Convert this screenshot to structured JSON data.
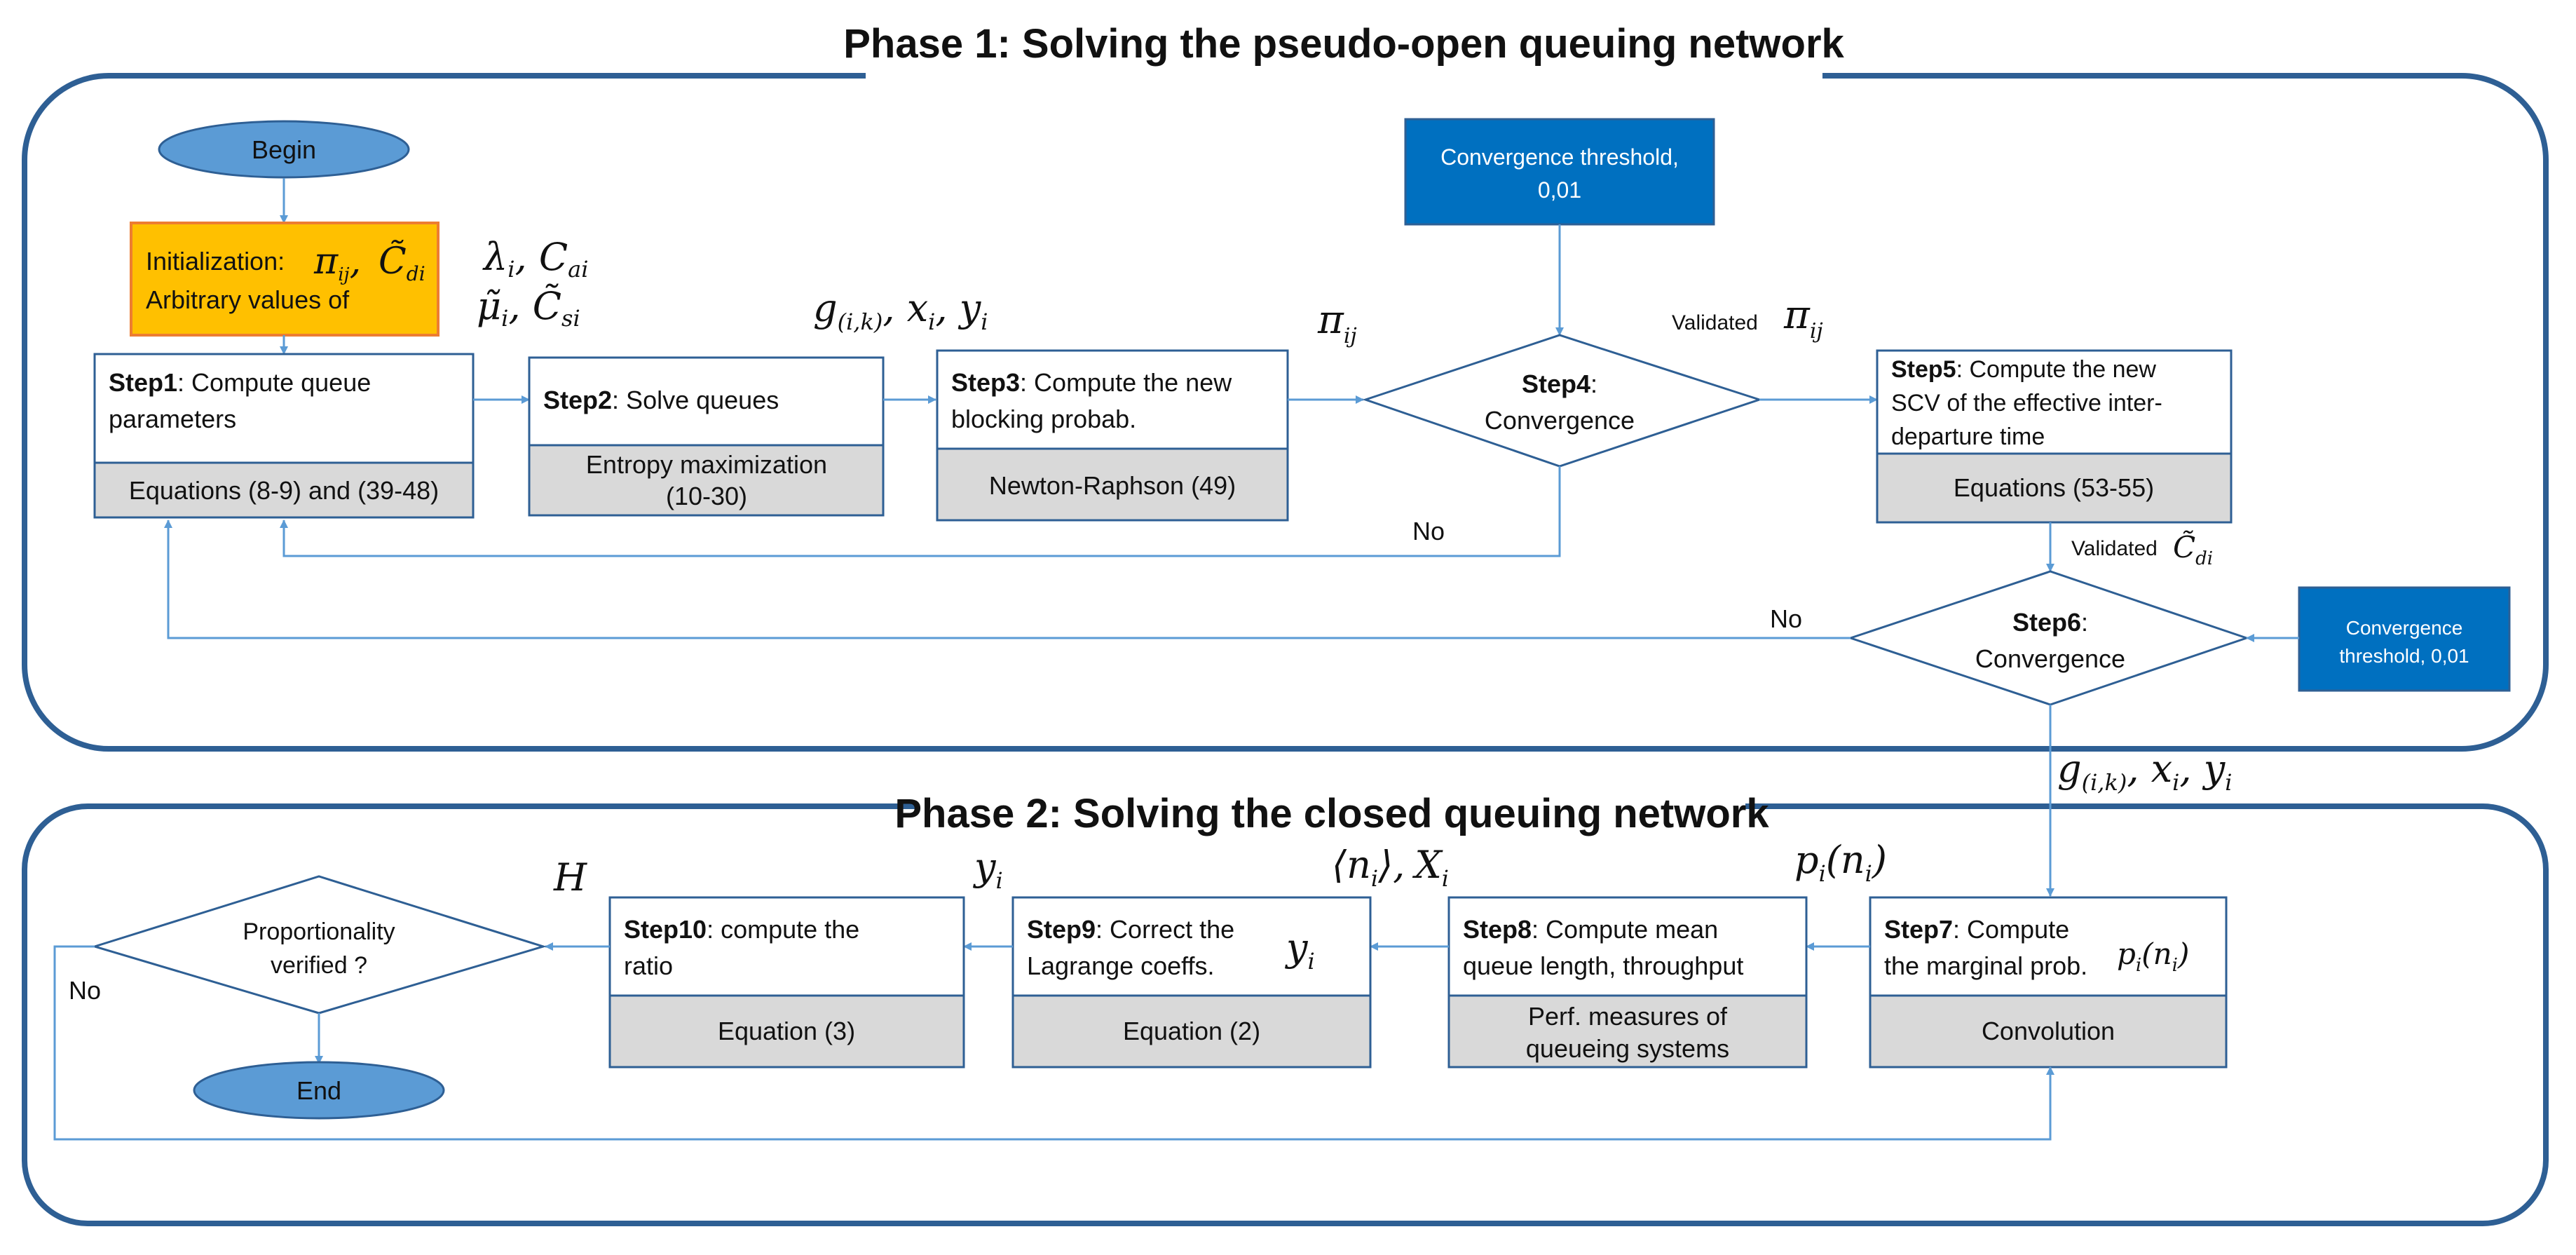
{
  "phase1": {
    "title": "Phase 1: Solving the pseudo-open queuing network"
  },
  "phase2": {
    "title": "Phase 2: Solving the closed queuing network"
  },
  "begin": "Begin",
  "end": "End",
  "init": {
    "line1": "Initialization:",
    "line2": "Arbitrary values of",
    "math_pi": "π",
    "math_pi_sub": "ij",
    "math_c": "C̃",
    "math_c_sub": "di"
  },
  "labels": {
    "lambda_c": "λ",
    "lambda_sub": "i",
    "c_ai": "C",
    "c_ai_sub": "ai",
    "mu": "μ̃",
    "mu_sub": "i",
    "c_si": "C̃",
    "c_si_sub": "si",
    "g_ik": "g",
    "g_ik_sub": "(i,k)",
    "x_i": "x",
    "y_i": "y",
    "sub_i": "i",
    "pi": "π",
    "pi_sub": "ij",
    "validated": "Validated",
    "validated_cdi": "C̃",
    "validated_cdi_sub": "di",
    "H": "H",
    "ni_X": "⟨n",
    "ni_X_close": "⟩,",
    "X": "X",
    "p": "p",
    "p_arg": "(n",
    "p_arg_sub": "i",
    "p_arg_close": ")"
  },
  "steps": {
    "step1": {
      "bold": "Step1",
      "text1": ": Compute queue",
      "text2": "parameters",
      "footer": "Equations (8-9) and (39-48)"
    },
    "step2": {
      "bold": "Step2",
      "text1": ": Solve queues",
      "footer1": "Entropy maximization",
      "footer2": "(10-30)"
    },
    "step3": {
      "bold": "Step3",
      "text1": ": Compute the new",
      "text2": "blocking probab.",
      "footer": "Newton-Raphson (49)"
    },
    "step4": {
      "bold": "Step4",
      "text1": ":",
      "text2": "Convergence"
    },
    "step5": {
      "bold": "Step5",
      "text1": ": Compute the new",
      "text2": "SCV of the effective inter-",
      "text3": "departure time",
      "footer": "Equations (53-55)"
    },
    "step6": {
      "bold": "Step6",
      "text1": ":",
      "text2": "Convergence"
    },
    "step7": {
      "bold": "Step7",
      "text1": ": Compute",
      "text2": "the marginal prob.",
      "footer": "Convolution"
    },
    "step8": {
      "bold": "Step8",
      "text1": ": Compute mean",
      "text2": "queue length, throughput",
      "footer1": "Perf. measures of",
      "footer2": "queueing systems"
    },
    "step9": {
      "bold": "Step9",
      "text1": ": Correct the",
      "text2": "Lagrange coeffs.",
      "footer": "Equation (2)"
    },
    "step10": {
      "bold": "Step10",
      "text1": ": compute the",
      "text2": "ratio",
      "footer": "Equation (3)"
    }
  },
  "threshold1": {
    "line1": "Convergence threshold,",
    "line2": "0,01"
  },
  "threshold2": {
    "line1": "Convergence",
    "line2": "threshold, 0,01"
  },
  "decision": {
    "line1": "Proportionality",
    "line2": "verified ?"
  },
  "no_label": "No",
  "colors": {
    "frame": "#2e5f94",
    "arrow": "#5b9bd5",
    "box_border": "#2e5f94",
    "gray": "#d9d9d9",
    "blue_box": "#0070c0",
    "ellipse": "#5b9bd5",
    "init_fill": "#ffc000",
    "init_border": "#ed7d31"
  }
}
